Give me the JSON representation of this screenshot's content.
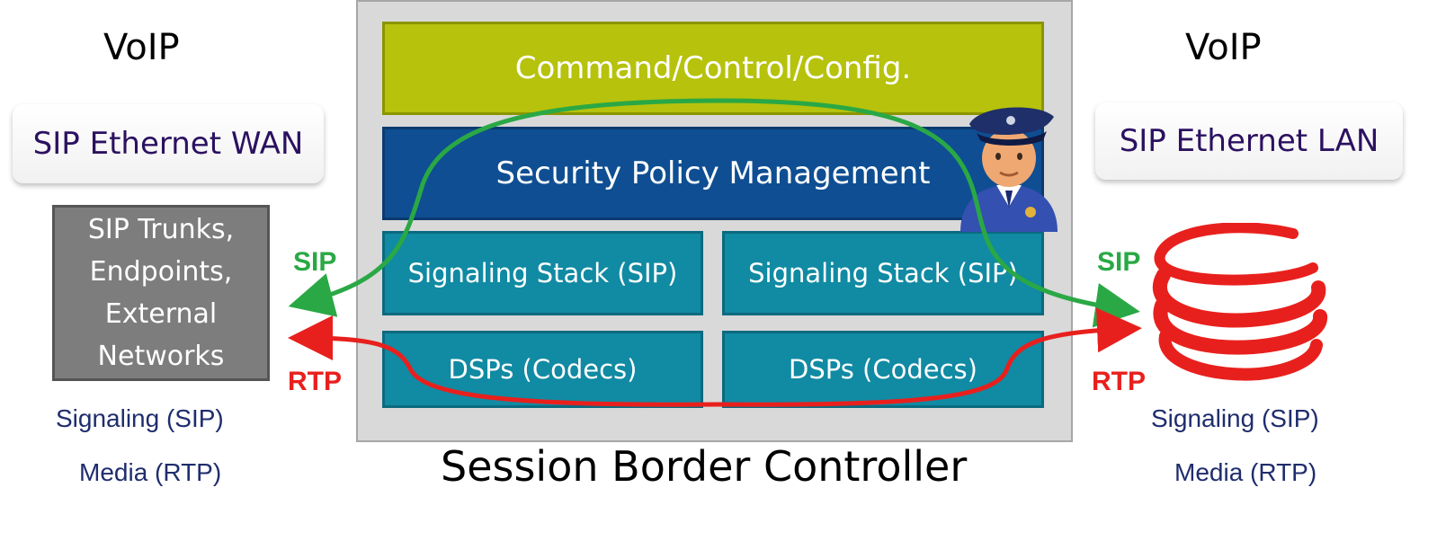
{
  "left": {
    "voip": "VoIP",
    "network": "SIP Ethernet WAN",
    "endpoint_lines": [
      "SIP Trunks,",
      "Endpoints,",
      "External",
      "Networks"
    ],
    "sip": "SIP",
    "rtp": "RTP",
    "signaling": "Signaling (SIP)",
    "media": "Media (RTP)"
  },
  "right": {
    "voip": "VoIP",
    "network": "SIP Ethernet LAN",
    "sip": "SIP",
    "rtp": "RTP",
    "signaling": "Signaling (SIP)",
    "media": "Media (RTP)",
    "logo_icon": "red-spiral-logo-icon"
  },
  "sbc": {
    "title": "Session Border Controller",
    "command": "Command/Control/Config.",
    "security": "Security Policy Management",
    "signaling_left": "Signaling Stack (SIP)",
    "signaling_right": "Signaling Stack (SIP)",
    "dsp_left": "DSPs (Codecs)",
    "dsp_right": "DSPs (Codecs)",
    "officer_icon": "police-officer-icon"
  },
  "colors": {
    "sip_flow": "#2aa845",
    "rtp_flow": "#e8201d",
    "command_layer": "#b6c20c",
    "security_layer": "#0f4e92",
    "stack_layer": "#118aa3"
  }
}
